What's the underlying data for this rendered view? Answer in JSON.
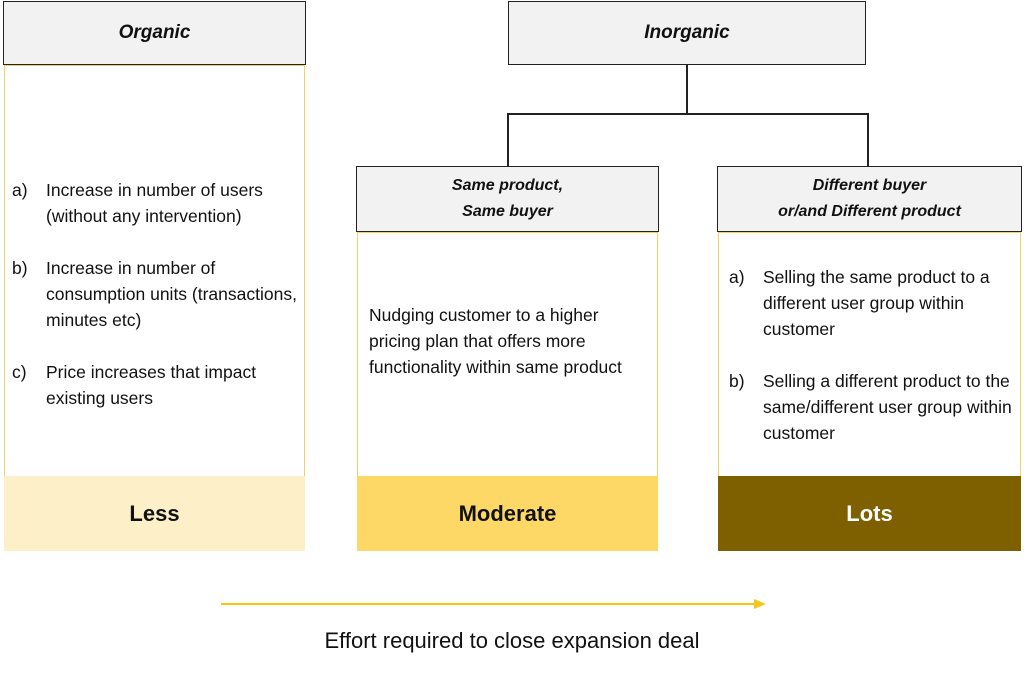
{
  "organic": {
    "title": "Organic",
    "items": [
      {
        "marker": "a)",
        "text": "Increase in number of users (without any intervention)"
      },
      {
        "marker": "b)",
        "text": "Increase in number of consumption units (transactions, minutes etc)"
      },
      {
        "marker": "c)",
        "text": "Price increases that impact existing users"
      }
    ],
    "effort": "Less"
  },
  "inorganic": {
    "title": "Inorganic",
    "same": {
      "title_line1": "Same product,",
      "title_line2": "Same buyer",
      "text": "Nudging customer to a higher pricing plan that offers more functionality within same product",
      "effort": "Moderate"
    },
    "different": {
      "title_line1": "Different buyer",
      "title_line2": "or/and Different product",
      "items": [
        {
          "marker": "a)",
          "text": "Selling the same product to a different user group within customer"
        },
        {
          "marker": "b)",
          "text": "Selling a different product to the same/different user group within customer"
        }
      ],
      "effort": "Lots"
    }
  },
  "caption": "Effort required to close expansion deal",
  "colors": {
    "less": "#fdf0c8",
    "moderate": "#fdd866",
    "lots": "#7f6000",
    "arrow": "#f5c518"
  }
}
